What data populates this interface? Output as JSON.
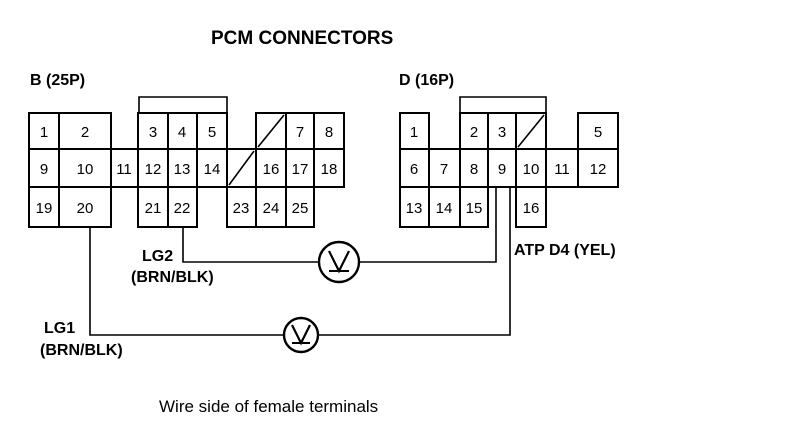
{
  "title": "PCM CONNECTORS",
  "connector_b": {
    "label": "B (25P)",
    "pins": [
      "1",
      "2",
      "3",
      "4",
      "5",
      "7",
      "8",
      "9",
      "10",
      "11",
      "12",
      "13",
      "14",
      "16",
      "17",
      "18",
      "19",
      "20",
      "21",
      "22",
      "23",
      "24",
      "25"
    ]
  },
  "connector_d": {
    "label": "D (16P)",
    "pins": [
      "1",
      "2",
      "3",
      "5",
      "6",
      "7",
      "8",
      "9",
      "10",
      "11",
      "12",
      "13",
      "14",
      "15",
      "16"
    ]
  },
  "lg2": {
    "name": "LG2",
    "color": "(BRN/BLK)"
  },
  "lg1": {
    "name": "LG1",
    "color": "(BRN/BLK)"
  },
  "atp_label": "ATP D4 (YEL)",
  "caption": "Wire side of female terminals"
}
